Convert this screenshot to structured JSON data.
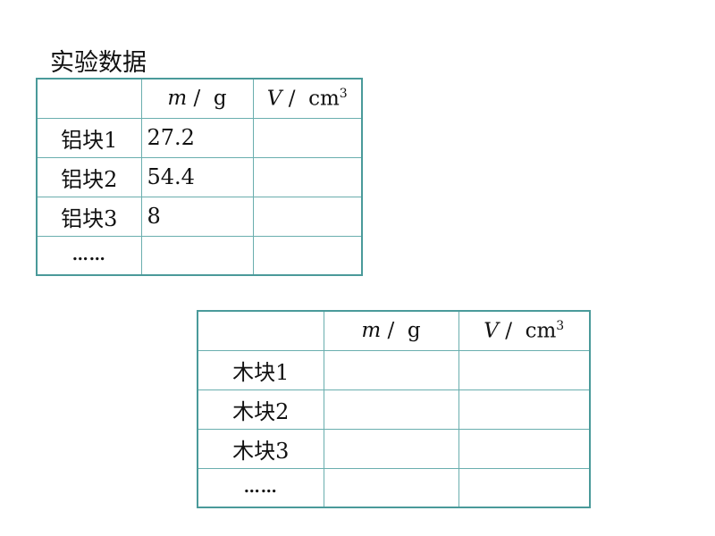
{
  "title": "实验数据",
  "headers": {
    "m_var": "m",
    "m_unit": "g",
    "v_var": "V",
    "v_unit": "cm",
    "v_exp": "3",
    "sep": "/"
  },
  "table1": {
    "rows": [
      {
        "label": "铝块1",
        "m": "27.2",
        "v": ""
      },
      {
        "label": "铝块2",
        "m": "54.4",
        "v": ""
      },
      {
        "label": "铝块3",
        "m": "8",
        "v": ""
      },
      {
        "label": "……",
        "m": "",
        "v": ""
      }
    ]
  },
  "table2": {
    "rows": [
      {
        "label": "木块1",
        "m": "",
        "v": ""
      },
      {
        "label": "木块2",
        "m": "",
        "v": ""
      },
      {
        "label": "木块3",
        "m": "",
        "v": ""
      },
      {
        "label": "……",
        "m": "",
        "v": ""
      }
    ]
  }
}
